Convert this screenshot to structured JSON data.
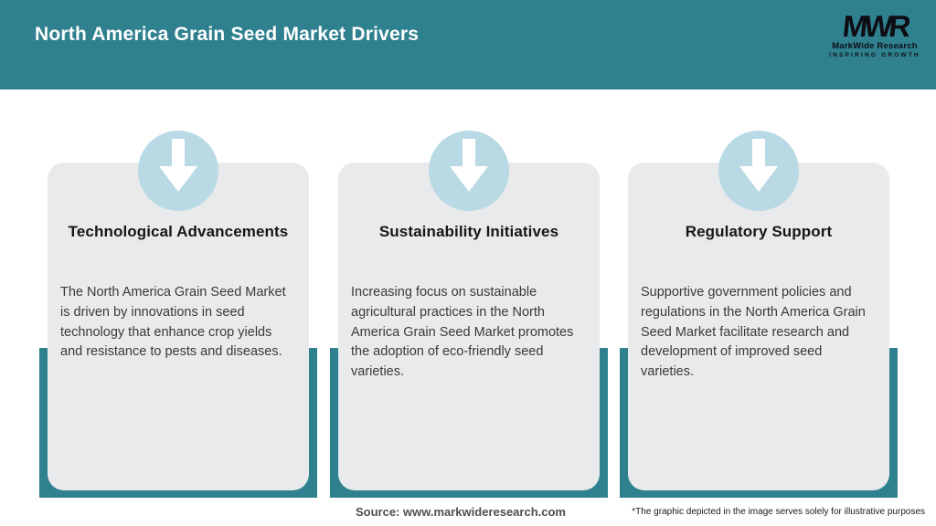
{
  "header": {
    "title": "North America Grain Seed Market Drivers",
    "logo": {
      "monogram": "MWR",
      "name": "MarkWide Research",
      "tagline": "INSPIRING GROWTH"
    }
  },
  "cards": [
    {
      "icon": "down-arrow-icon",
      "title": "Technological Advancements",
      "body": "The North America Grain Seed Market is driven by innovations in seed technology that enhance crop yields and resistance to pests and diseases."
    },
    {
      "icon": "down-arrow-icon",
      "title": "Sustainability Initiatives",
      "body": "Increasing focus on sustainable agricultural practices in the North America Grain Seed Market promotes the adoption of eco-friendly seed varieties."
    },
    {
      "icon": "down-arrow-icon",
      "title": "Regulatory Support",
      "body": "Supportive government policies and regulations in the North America Grain Seed Market facilitate research and development of improved seed varieties."
    }
  ],
  "footer": {
    "source": "Source: www.markwideresearch.com",
    "disclaimer": "*The graphic depicted in the image serves solely for illustrative purposes"
  },
  "colors": {
    "teal": "#30818F",
    "circle_blue": "#B9DAE5",
    "card_bg": "#E8EAEB"
  }
}
